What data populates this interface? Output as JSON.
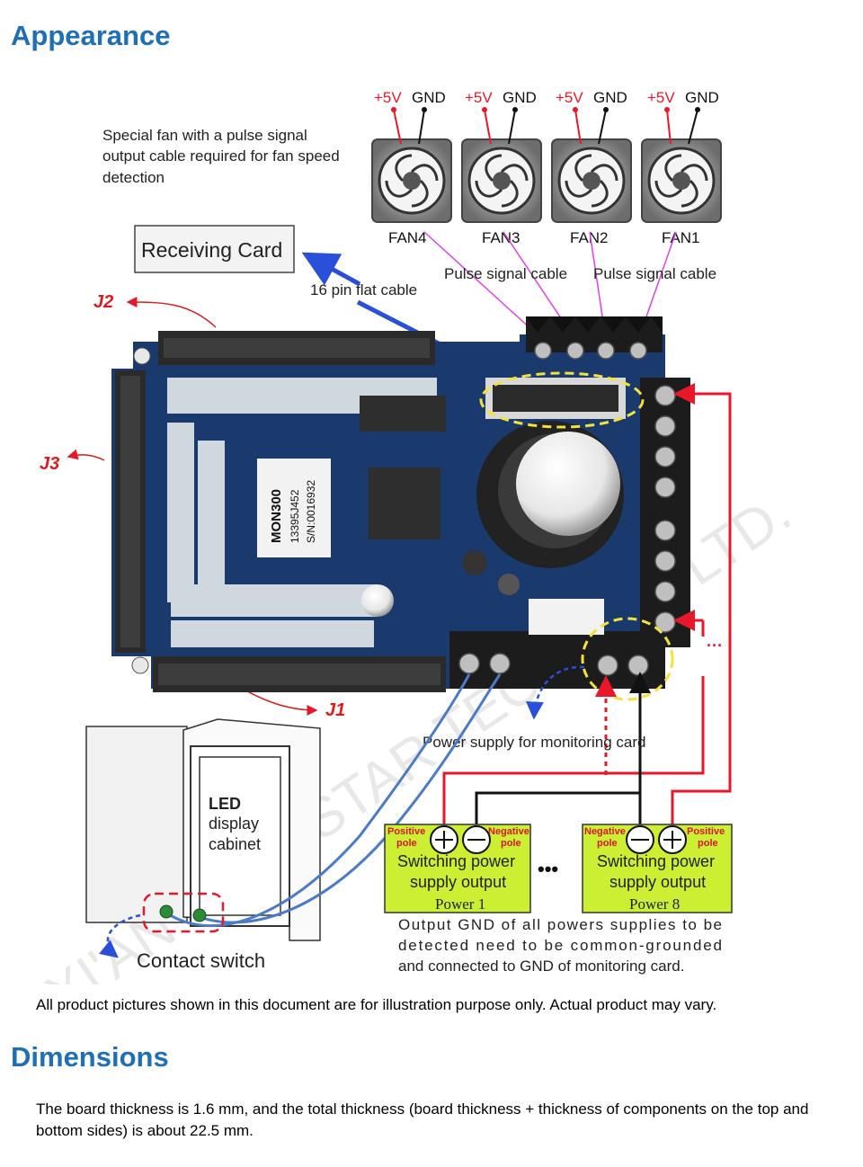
{
  "headings": {
    "appearance": "Appearance",
    "dimensions": "Dimensions"
  },
  "figure": {
    "fan_note": [
      "Special fan with a pulse signal",
      "output cable required for fan speed",
      "detection"
    ],
    "plus5v": "+5V",
    "gnd": "GND",
    "fans": [
      "FAN4",
      "FAN3",
      "FAN2",
      "FAN1"
    ],
    "pulse_cable": "Pulse signal cable",
    "receiving_card": "Receiving Card",
    "flat_cable": "16 pin flat cable",
    "j2": "J2",
    "j3": "J3",
    "j1": "J1",
    "chip_model": "MON300",
    "chip_code": "13395J452",
    "chip_sn": "S/N:0016932",
    "monitor_power": "Power supply for monitoring card",
    "cabinet": [
      "LED",
      "display",
      "cabinet"
    ],
    "contact_switch": "Contact switch",
    "positive_pole": [
      "Positive",
      "pole"
    ],
    "negative_pole": [
      "Negative",
      "pole"
    ],
    "psu_line1": "Switching power",
    "psu_line2": "supply output",
    "power1": "Power 1",
    "power8": "Power 8",
    "ellipsis": "•••",
    "gnd_note": [
      "Output GND of all powers supplies to be",
      "detected need to be common-grounded",
      "and connected to GND of monitoring card."
    ],
    "watermark": "XI'AN NOVASTAR TECH CO., LTD."
  },
  "caption": "All product pictures shown in this document are for illustration purpose only. Actual product may vary.",
  "dimensions_text": "The board thickness is 1.6 mm, and the total thickness (board thickness + thickness of components on the top and bottom sides) is about 22.5 mm.",
  "colors": {
    "heading": "#1f6fb6",
    "pcb": "#1a3a6e",
    "psu_fill": "#ccee33",
    "red_wire": "#e8182a",
    "blue_arrow": "#2a4fd8",
    "magenta_wire": "#e040e8",
    "dashed_yellow": "#f5e13a"
  }
}
